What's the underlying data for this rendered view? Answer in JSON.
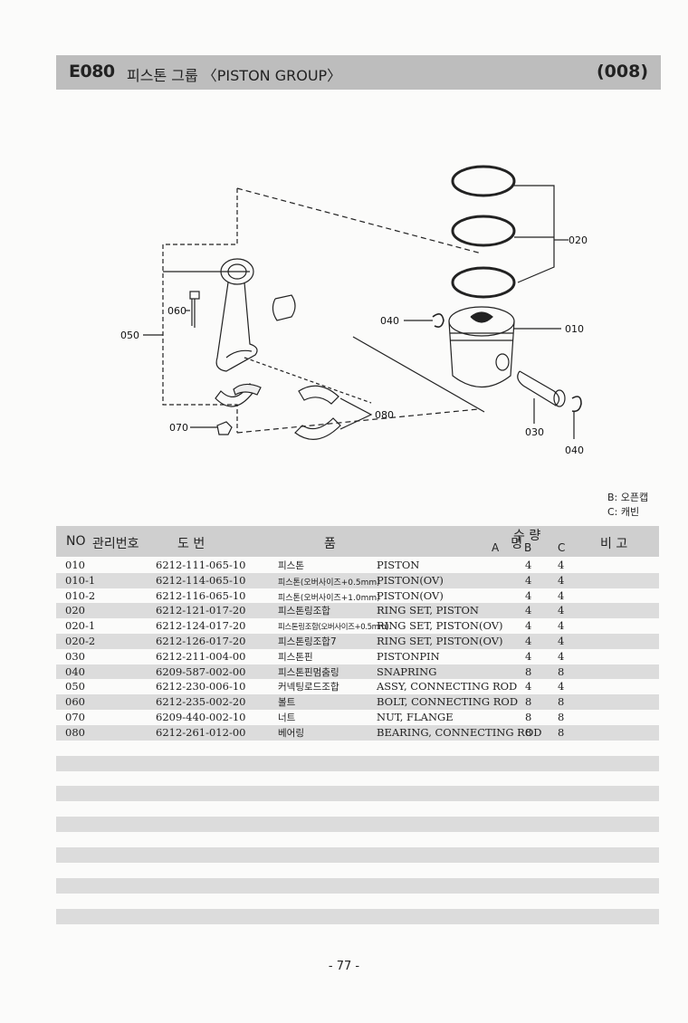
{
  "header": {
    "code": "E080",
    "title": "피스톤 그룹 〈PISTON GROUP〉",
    "page_code": "(008)"
  },
  "diagram": {
    "callouts": {
      "c010": "010",
      "c020": "020",
      "c030": "030",
      "c040a": "040",
      "c040b": "040",
      "c050": "050",
      "c060": "060",
      "c070": "070",
      "c080": "080"
    }
  },
  "notes": {
    "b": "B: 오픈캡",
    "c": "C: 캐빈"
  },
  "table": {
    "headers": {
      "no": "NO",
      "mgmt": "관리번호",
      "drawing": "도  번",
      "name": "품   명",
      "qty": "수 량",
      "a": "A",
      "b": "B",
      "c": "C",
      "remarks": "비  고"
    },
    "rows": [
      {
        "no": "010",
        "part": "6212-111-065-10",
        "kr": "피스톤",
        "en": "PISTON",
        "b": "4",
        "c": "4"
      },
      {
        "no": "010-1",
        "part": "6212-114-065-10",
        "kr": "피스톤(오버사이즈+0.5mm)",
        "en": "PISTON(OV)",
        "b": "4",
        "c": "4"
      },
      {
        "no": "010-2",
        "part": "6212-116-065-10",
        "kr": "피스톤(오버사이즈+1.0mm)",
        "en": "PISTON(OV)",
        "b": "4",
        "c": "4"
      },
      {
        "no": "020",
        "part": "6212-121-017-20",
        "kr": "피스톤링조합",
        "en": "RING SET, PISTON",
        "b": "4",
        "c": "4"
      },
      {
        "no": "020-1",
        "part": "6212-124-017-20",
        "kr": "피스톤링조합(오버사이즈+0.5mm)",
        "en": "RING SET, PISTON(OV)",
        "b": "4",
        "c": "4"
      },
      {
        "no": "020-2",
        "part": "6212-126-017-20",
        "kr": "피스톤링조합7",
        "en": "RING SET, PISTON(OV)",
        "b": "4",
        "c": "4"
      },
      {
        "no": "030",
        "part": "6212-211-004-00",
        "kr": "피스톤핀",
        "en": "PISTONPIN",
        "b": "4",
        "c": "4"
      },
      {
        "no": "040",
        "part": "6209-587-002-00",
        "kr": "피스톤핀멈춤링",
        "en": "SNAPRING",
        "b": "8",
        "c": "8"
      },
      {
        "no": "050",
        "part": "6212-230-006-10",
        "kr": "커넥팅로드조합",
        "en": "ASSY, CONNECTING ROD",
        "b": "4",
        "c": "4"
      },
      {
        "no": "060",
        "part": "6212-235-002-20",
        "kr": "볼트",
        "en": "BOLT, CONNECTING ROD",
        "b": "8",
        "c": "8"
      },
      {
        "no": "070",
        "part": "6209-440-002-10",
        "kr": "너트",
        "en": "NUT, FLANGE",
        "b": "8",
        "c": "8"
      },
      {
        "no": "080",
        "part": "6212-261-012-00",
        "kr": "베어링",
        "en": "BEARING, CONNECTING ROD",
        "b": "8",
        "c": "8"
      }
    ]
  },
  "footer": {
    "page": "- 77 -"
  }
}
